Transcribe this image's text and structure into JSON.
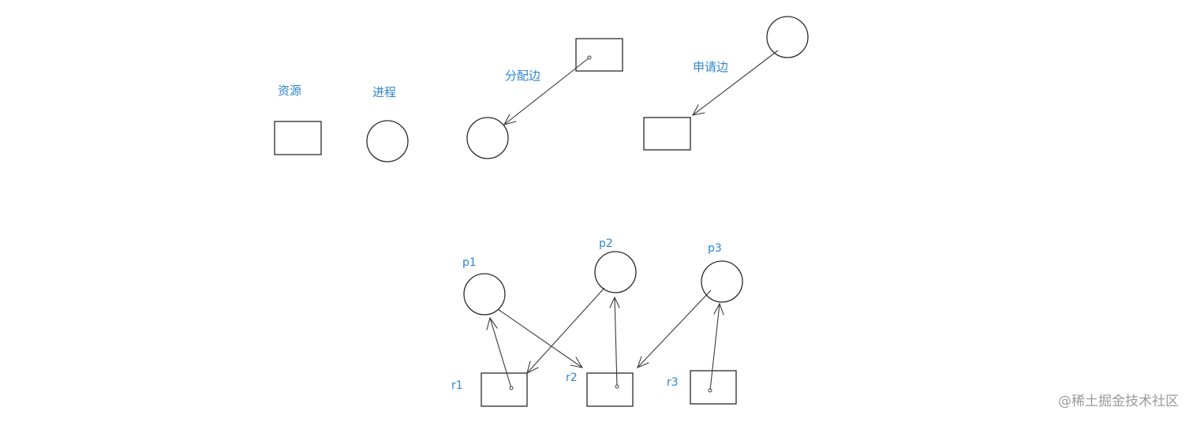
{
  "legend": {
    "resource_label": "资源",
    "process_label": "进程",
    "assignment_edge_label": "分配边",
    "request_edge_label": "申请边"
  },
  "graph": {
    "processes": [
      "p1",
      "p2",
      "p3"
    ],
    "resources": [
      "r1",
      "r2",
      "r3"
    ],
    "edges": [
      {
        "from": "r1",
        "to": "p1",
        "kind": "assignment"
      },
      {
        "from": "p1",
        "to": "r2",
        "kind": "request"
      },
      {
        "from": "p2",
        "to": "r1",
        "kind": "request"
      },
      {
        "from": "r2",
        "to": "p2",
        "kind": "assignment"
      },
      {
        "from": "p3",
        "to": "r2",
        "kind": "request"
      },
      {
        "from": "r3",
        "to": "p3",
        "kind": "assignment"
      }
    ]
  },
  "watermark": "@稀土掘金技术社区"
}
